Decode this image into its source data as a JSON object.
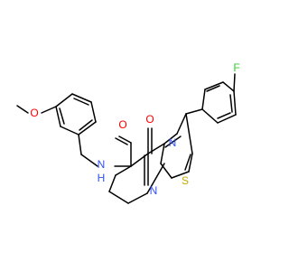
{
  "molecule": {
    "atoms": {
      "fluorine": "F",
      "carbonyl_oxygen": "O",
      "ring_nitrogen": "N",
      "amide_nitrogen": "N",
      "amide_hydrogen": "H",
      "carbonyl_oxygen_amide": "O",
      "pyrimidine_nitrogen": "N",
      "sulfur": "S",
      "methoxy_oxygen": "O"
    },
    "colors": {
      "bond": "#000000",
      "fluorine": "#33cc33",
      "oxygen": "#ff0000",
      "nitrogen": "#3050f8",
      "sulfur": "#c8a800"
    }
  }
}
